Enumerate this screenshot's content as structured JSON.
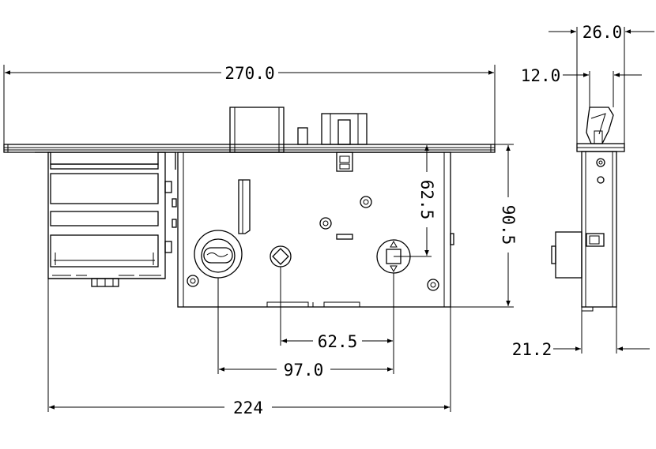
{
  "dimensions": {
    "overall_width": "270.0",
    "body_width": "224",
    "case_height": "90.5",
    "spindle_to_cylinder": "62.5",
    "cylinder_to_aux": "97.0",
    "vertical_offset": "62.5",
    "side_width": "26.0",
    "side_lip": "12.0",
    "side_depth": "21.2"
  }
}
